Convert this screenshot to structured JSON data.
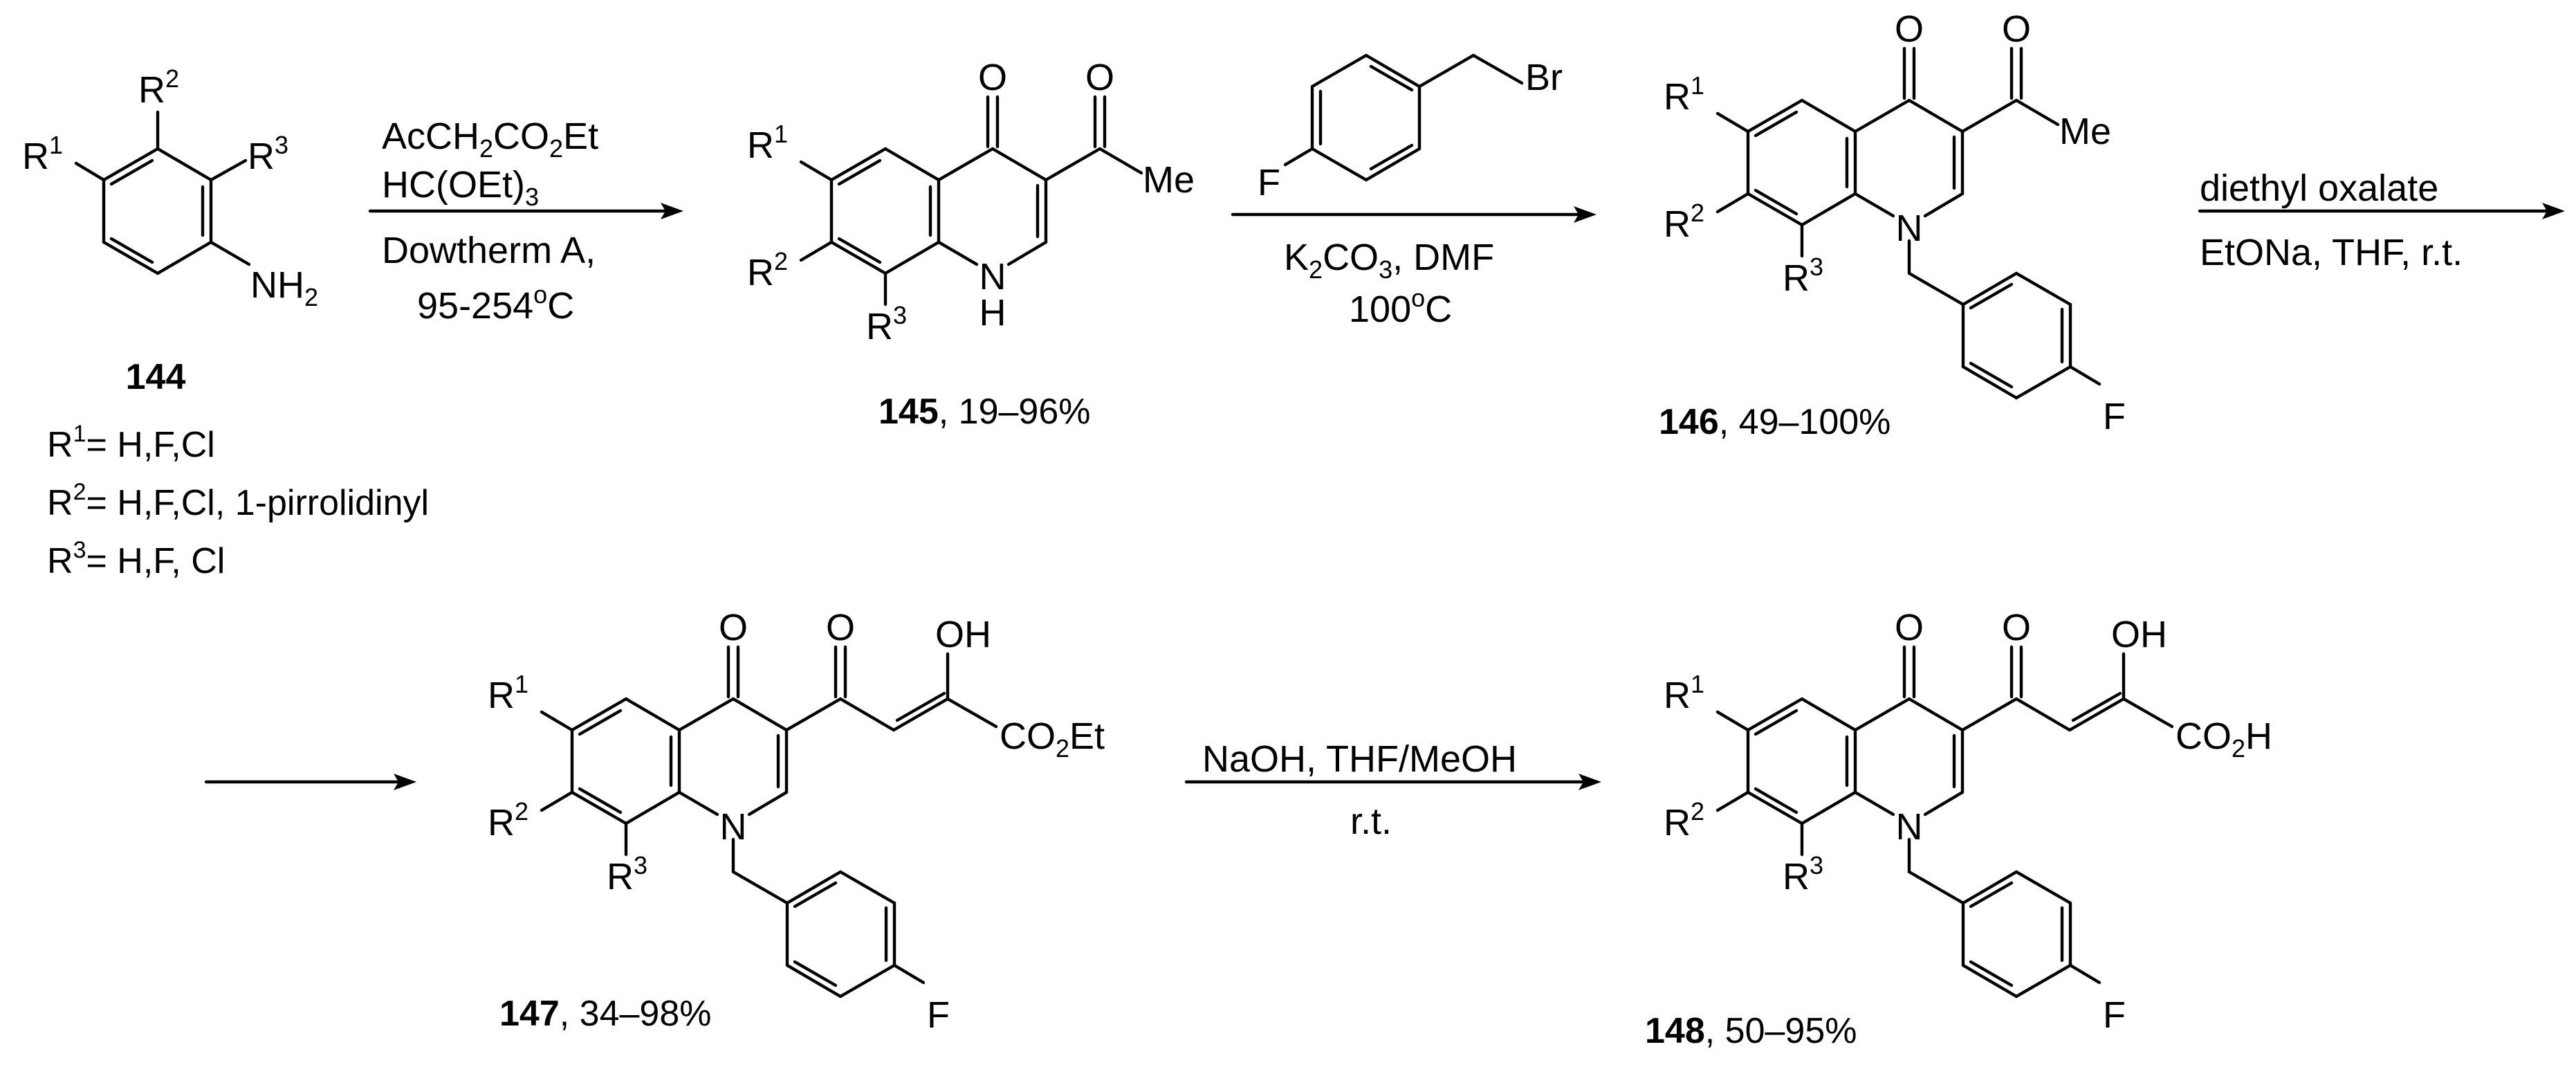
{
  "compounds": {
    "c144": {
      "id": "144"
    },
    "c145": {
      "id": "145",
      "yield": ", 19–96%"
    },
    "c146": {
      "id": "146",
      "yield": ", 49–100%"
    },
    "c147": {
      "id": "147",
      "yield": ", 34–98%"
    },
    "c148": {
      "id": "148",
      "yield": ", 50–95%"
    }
  },
  "substituents": {
    "r1_def": "= H,F,Cl",
    "r2_def": "= H,F,Cl, 1-pirrolidinyl",
    "r3_def": "= H,F, Cl"
  },
  "steps": {
    "s1": {
      "reagent1": {
        "a": "AcCH",
        "b": "2",
        "c": "CO",
        "d": "2",
        "e": "Et"
      },
      "reagent2": {
        "a": "HC(OEt)",
        "b": "3"
      },
      "cond1": "Dowtherm A,",
      "cond2": {
        "a": "95-254",
        "b": "o",
        "c": "C"
      }
    },
    "s2": {
      "cond1": {
        "a": "K",
        "b": "2",
        "c": "CO",
        "d": "3",
        "e": ", DMF"
      },
      "cond2": {
        "a": "100",
        "b": "o",
        "c": "C"
      }
    },
    "s3": {
      "reagent": "diethyl oxalate",
      "cond": "EtONa, THF, r.t."
    },
    "s4": {
      "reagent": "NaOH, THF/MeOH",
      "cond": "r.t."
    }
  },
  "atoms": {
    "R": "R",
    "one": "1",
    "two": "2",
    "three": "3",
    "NH2_a": "NH",
    "NH2_b": "2",
    "N": "N",
    "H": "H",
    "O": "O",
    "OH": "OH",
    "F": "F",
    "Br": "Br",
    "Me": "Me",
    "CO2Et": {
      "a": "CO",
      "b": "2",
      "c": "Et"
    },
    "CO2H": {
      "a": "CO",
      "b": "2",
      "c": "H"
    }
  }
}
